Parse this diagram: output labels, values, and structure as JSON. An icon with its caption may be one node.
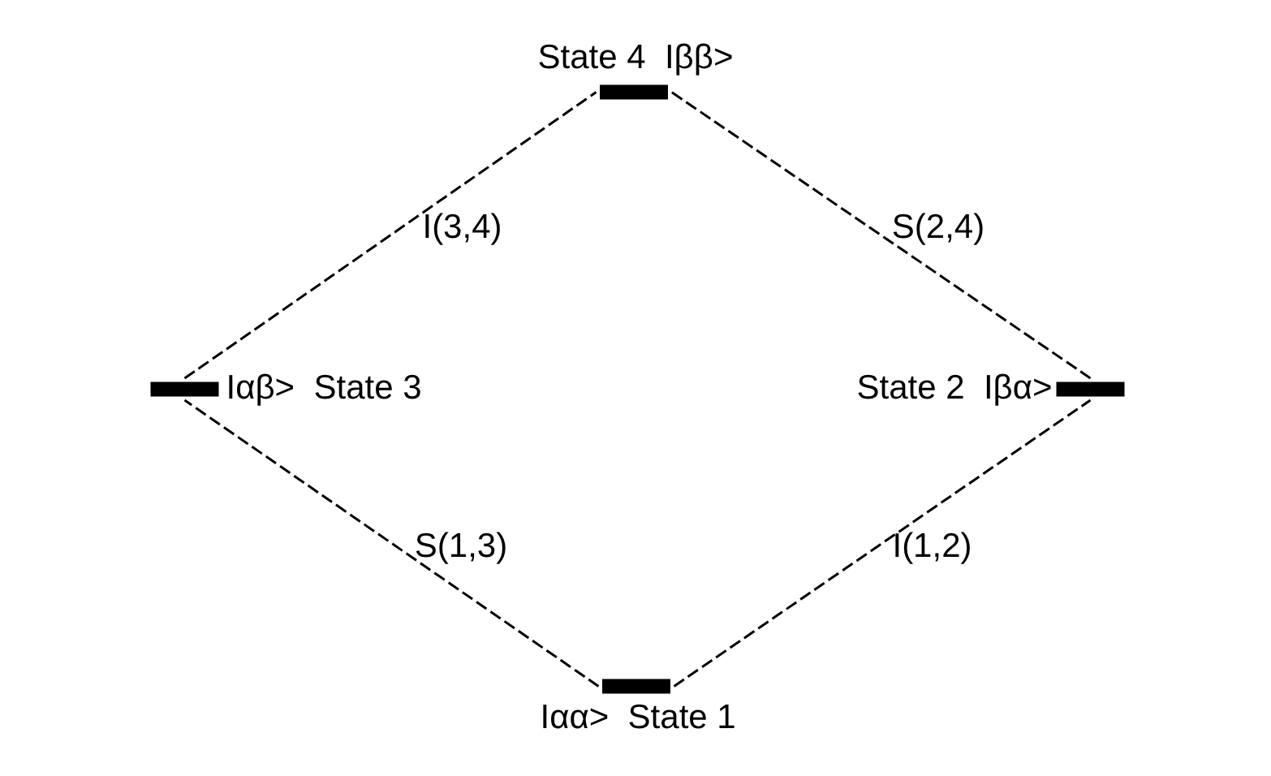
{
  "diagram": {
    "nodes": [
      {
        "text": [],
        "shape": "bar",
        "beside": [
          "State 4",
          "Iββ>"
        ]
      },
      {
        "text": [],
        "shape": "bar",
        "beside": [
          "Iαβ>",
          "State 3"
        ]
      },
      {
        "text": [],
        "shape": "bar",
        "beside": [
          "State 2",
          "Iβα>"
        ]
      },
      {
        "text": [],
        "shape": "bar",
        "beside": [
          "Iαα>",
          "State 1"
        ]
      }
    ],
    "edges": [
      {
        "from": 3,
        "to": 2,
        "arrow": "none",
        "style": "dashed",
        "label": "I(1,2)"
      },
      {
        "from": 3,
        "to": 1,
        "arrow": "none",
        "style": "dashed",
        "label": "S(1,3)"
      },
      {
        "from": 2,
        "to": 0,
        "arrow": "none",
        "style": "dashed",
        "label": "S(2,4)"
      },
      {
        "from": 1,
        "to": 0,
        "arrow": "none",
        "style": "dashed",
        "label": "I(3,4)"
      }
    ]
  }
}
